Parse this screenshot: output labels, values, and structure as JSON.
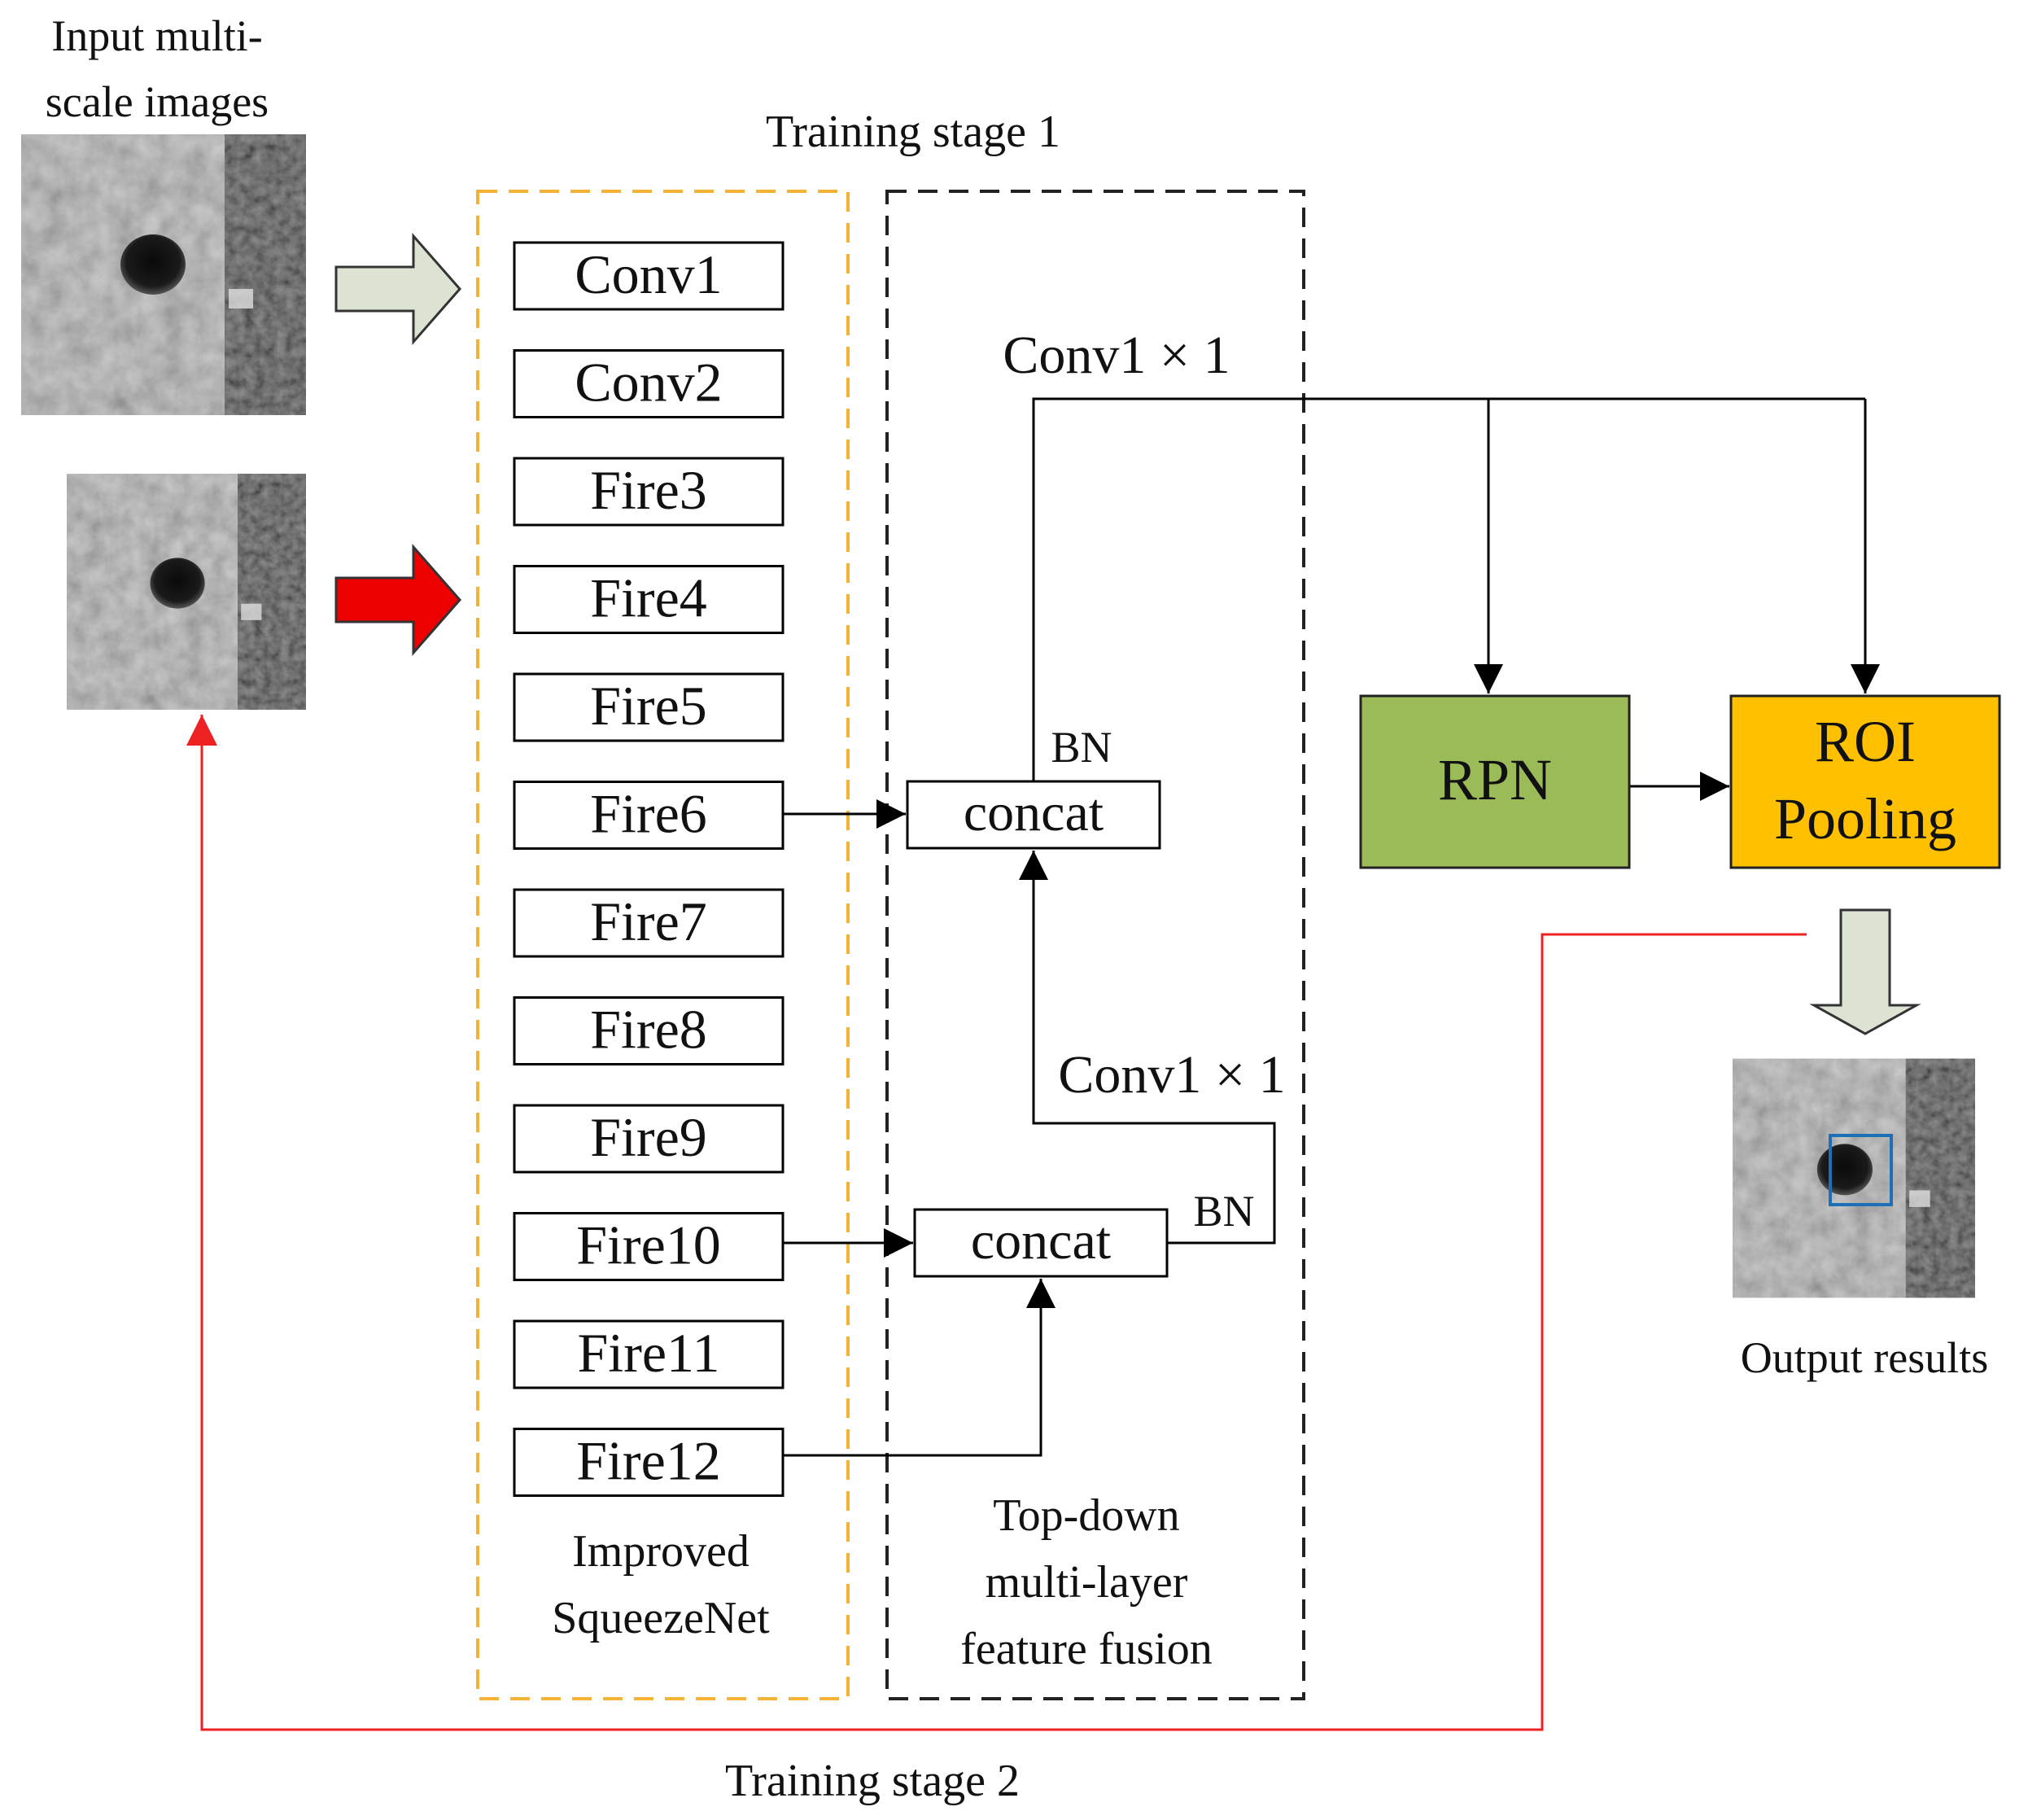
{
  "labels": {
    "input_images": [
      "Input multi-",
      "scale images"
    ],
    "training_stage_1": "Training stage 1",
    "training_stage_2": "Training stage 2",
    "conv_1x1_top": "Conv1 × 1",
    "conv_1x1_mid": "Conv1 × 1",
    "bn_top": "BN",
    "bn_mid": "BN",
    "squeezenet_caption": [
      "Improved",
      "SqueezeNet"
    ],
    "fusion_caption": [
      "Top-down",
      "multi-layer",
      "feature fusion"
    ],
    "output_results": "Output results"
  },
  "backbone_layers": [
    "Conv1",
    "Conv2",
    "Fire3",
    "Fire4",
    "Fire5",
    "Fire6",
    "Fire7",
    "Fire8",
    "Fire9",
    "Fire10",
    "Fire11",
    "Fire12"
  ],
  "fusion_nodes": {
    "upper_concat": "concat",
    "lower_concat": "concat"
  },
  "heads": {
    "rpn": "RPN",
    "roi_pooling": [
      "ROI",
      "Pooling"
    ]
  },
  "colors": {
    "squeezenet_border": "#F5B335",
    "fusion_border": "#222222",
    "rpn_fill": "#9BBB59",
    "roi_fill": "#FFC000",
    "input_arrow_light": "#DDE3D3",
    "input_arrow_red": "#EE0000",
    "stage2_line": "#EE2222",
    "detection_box": "#1F6FB5"
  }
}
